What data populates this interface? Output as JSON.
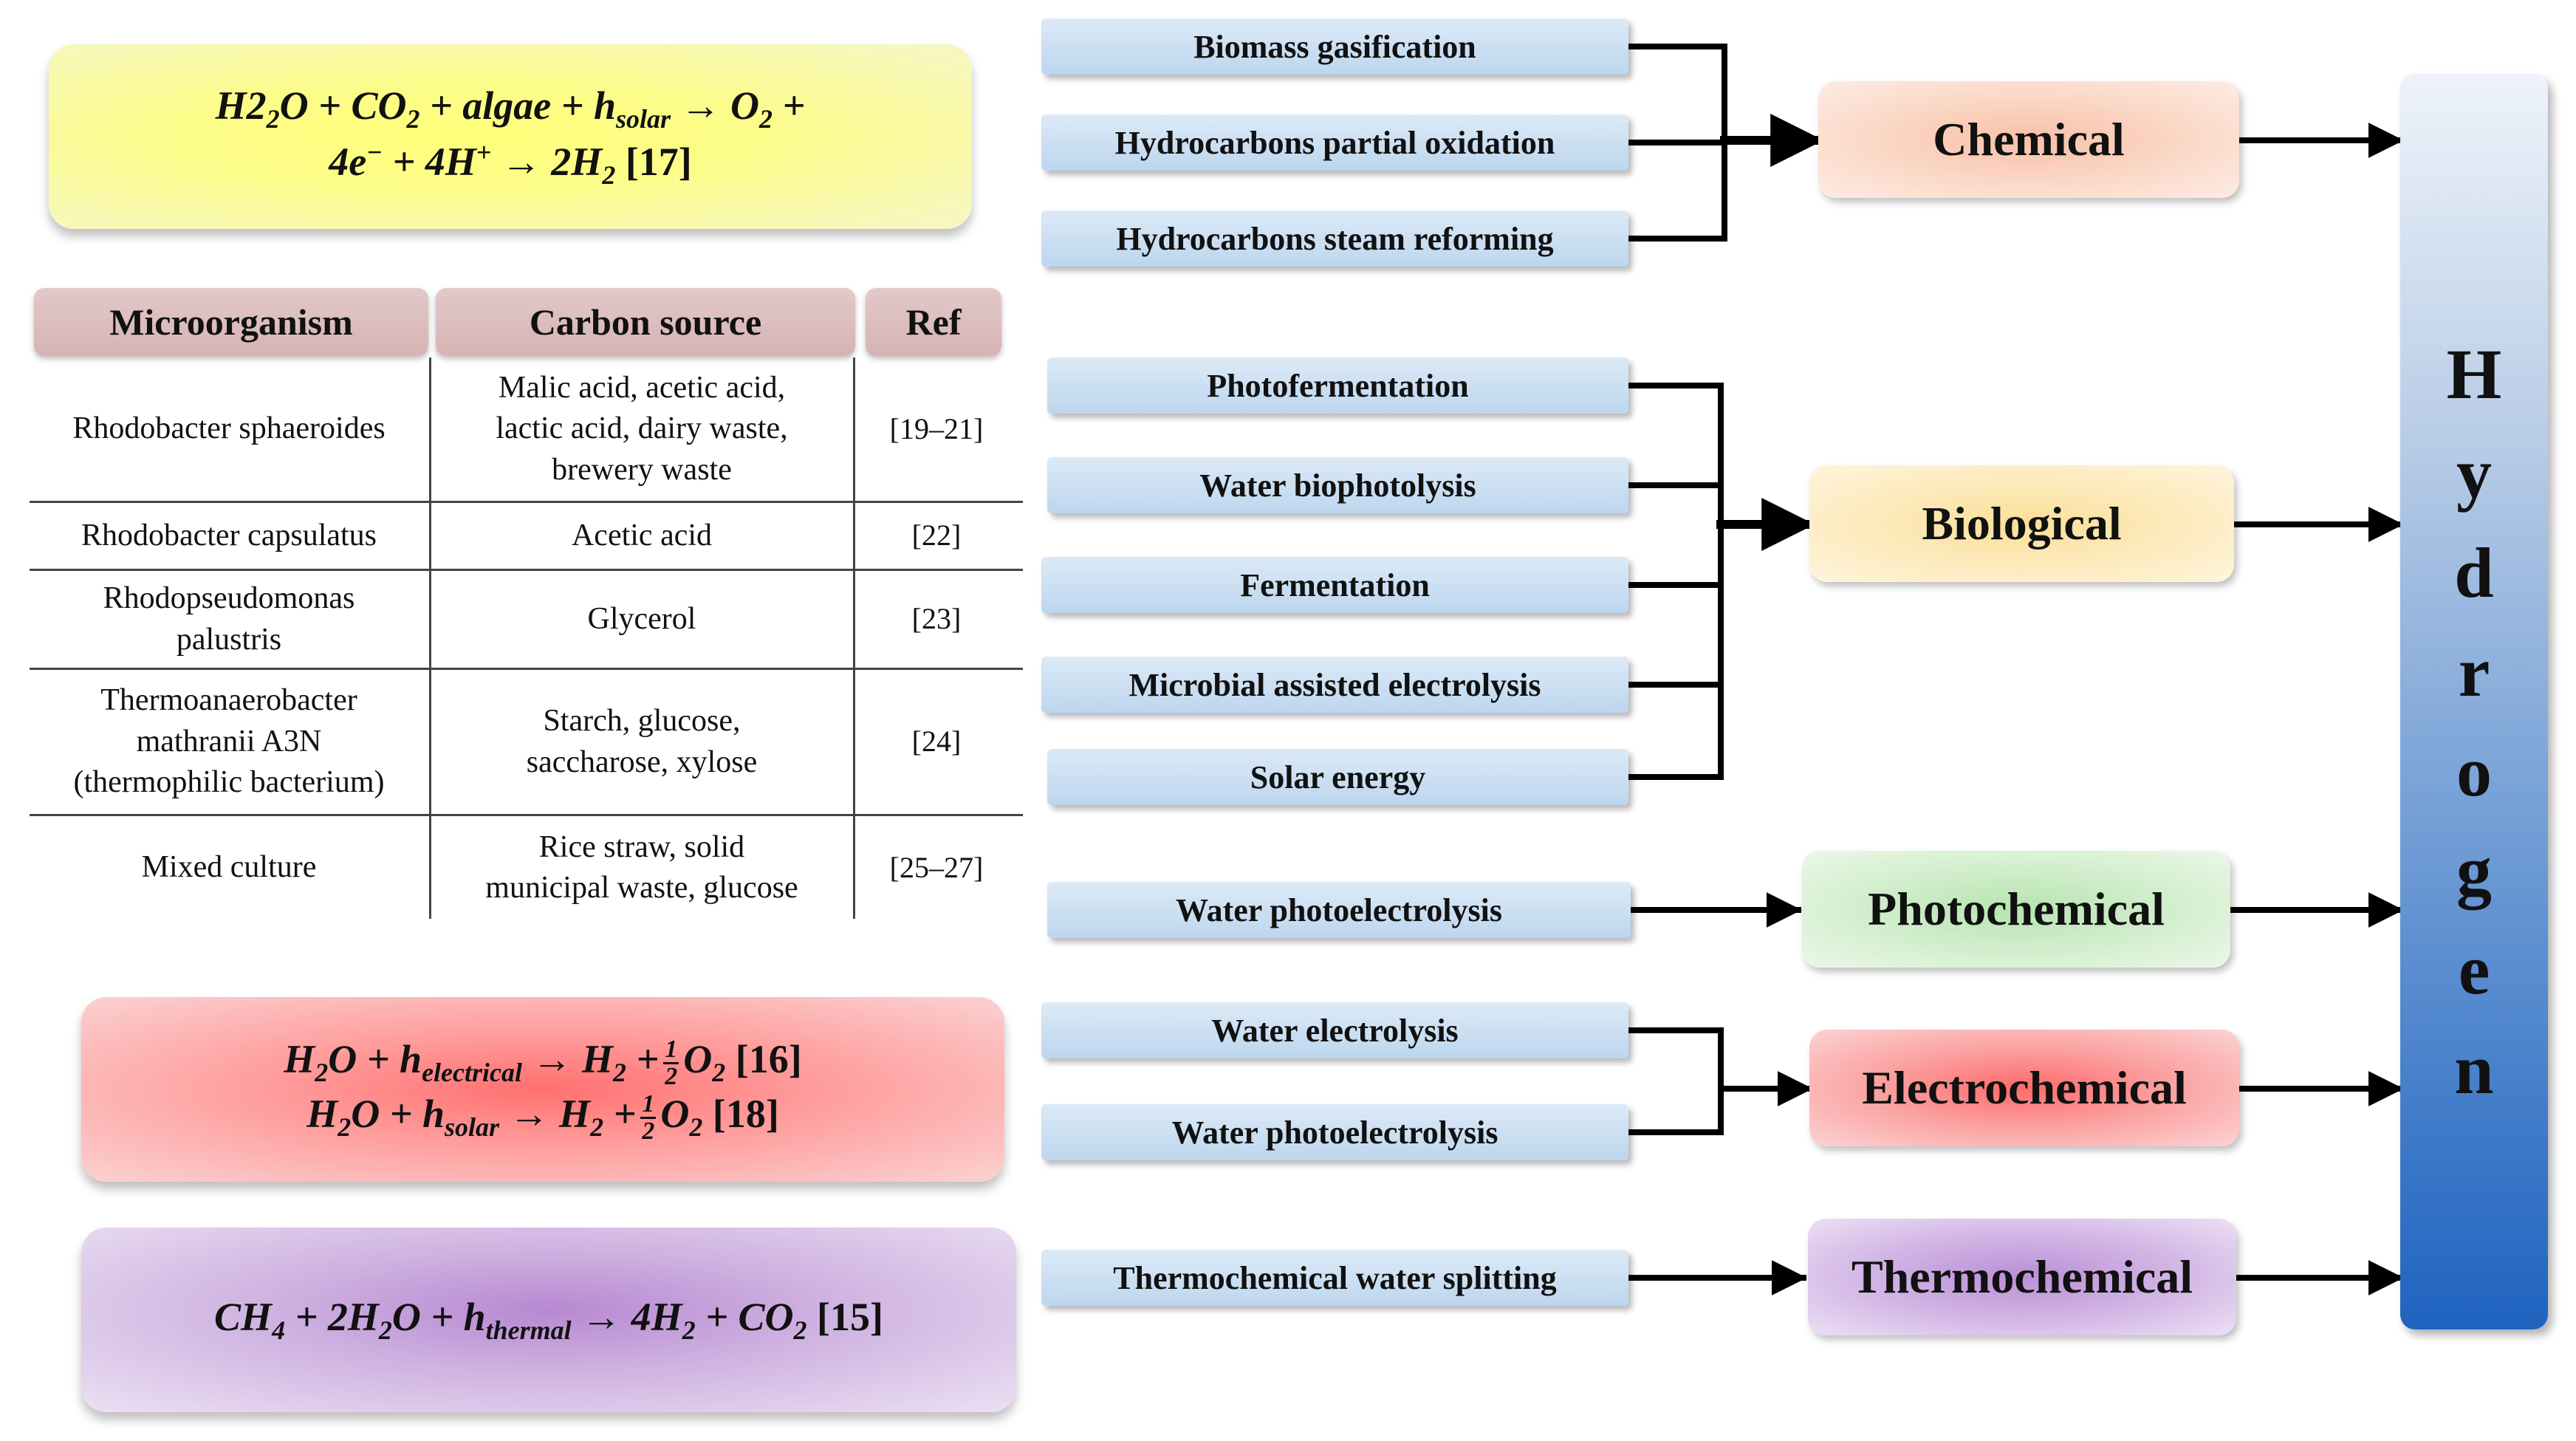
{
  "equations": {
    "chemical": [
      {
        "parts": [
          [
            "2",
            "H"
          ],
          [
            "sub",
            "2"
          ],
          [
            "",
            "O + CO"
          ],
          [
            "sub",
            "2"
          ],
          [
            "",
            "+ algae + h"
          ],
          [
            "sub",
            "solar"
          ],
          [
            "",
            "→ O"
          ],
          [
            "sub",
            "2"
          ],
          [
            "",
            "+"
          ]
        ]
      },
      {
        "parts": [
          [
            "",
            "4e"
          ],
          [
            "sup",
            "−"
          ],
          [
            "",
            "+ 4H"
          ],
          [
            "sup",
            "+"
          ],
          [
            "",
            "→ 2H"
          ],
          [
            "sub",
            "2"
          ],
          [
            "roman",
            " [17]"
          ]
        ]
      }
    ],
    "electrochemical": [
      {
        "text_a": "H",
        "text_b": "O + h",
        "sub1": "2",
        "sub2": "electrical",
        "text_c": "→ H",
        "sub3": "2",
        "text_d": "+",
        "frac_num": "1",
        "frac_den": "2",
        "text_e": "O",
        "sub4": "2",
        "ref": " [16]"
      },
      {
        "text_a": "H",
        "text_b": "O + h",
        "sub1": "2",
        "sub2": "solar",
        "text_c": "→ H",
        "sub3": "2",
        "text_d": "+",
        "frac_num": "1",
        "frac_den": "2",
        "text_e": "O",
        "sub4": "2",
        "ref": " [18]"
      }
    ],
    "thermochemical": {
      "a": "CH",
      "s1": "4",
      "b": "+ 2H",
      "s2": "2",
      "c": "O + h",
      "s3": "thermal",
      "d": "→ 4H",
      "s4": "2",
      "e": "+ CO",
      "s5": "2",
      "ref": " [15]"
    }
  },
  "table": {
    "headers": [
      "Microorganism",
      "Carbon source",
      "Ref"
    ],
    "rows": [
      [
        "Rhodobacter sphaeroides",
        "Malic acid, acetic acid,\nlactic acid, dairy waste,\nbrewery waste",
        "[19–21]"
      ],
      [
        "Rhodobacter capsulatus",
        "Acetic acid",
        "[22]"
      ],
      [
        "Rhodopseudomonas\npalustris",
        "Glycerol",
        "[23]"
      ],
      [
        "Thermoanaerobacter\nmathranii  A3N\n(thermophilic  bacterium)",
        "Starch, glucose,\nsaccharose, xylose",
        "[24]"
      ],
      [
        "Mixed culture",
        "Rice straw, solid\nmunicipal  waste, glucose",
        "[25–27]"
      ]
    ]
  },
  "sources": {
    "chemical": [
      "Biomass  gasification",
      "Hydrocarbons  partial  oxidation",
      "Hydrocarbons  steam reforming"
    ],
    "biological": [
      "Photofermentation",
      "Water biophotolysis",
      "Fermentation",
      "Microbial  assisted electrolysis",
      "Solar energy"
    ],
    "photochemical": [
      "Water photoelectrolysis"
    ],
    "electrochemical": [
      "Water electrolysis",
      "Water photoelectrolysis"
    ],
    "thermochemical": [
      "Thermochemical  water splitting"
    ]
  },
  "categories": {
    "chemical": "Chemical",
    "biological": "Biological",
    "photochemical": "Photochemical",
    "electrochemical": "Electrochemical",
    "thermochemical": "Thermochemical"
  },
  "product": {
    "letters": [
      "H",
      "y",
      "d",
      "r",
      "o",
      "g",
      "e",
      "n"
    ]
  },
  "colors": {
    "source_box": "#c6dcf0",
    "product_bottom": "#1f63c0",
    "line": "#000000"
  }
}
